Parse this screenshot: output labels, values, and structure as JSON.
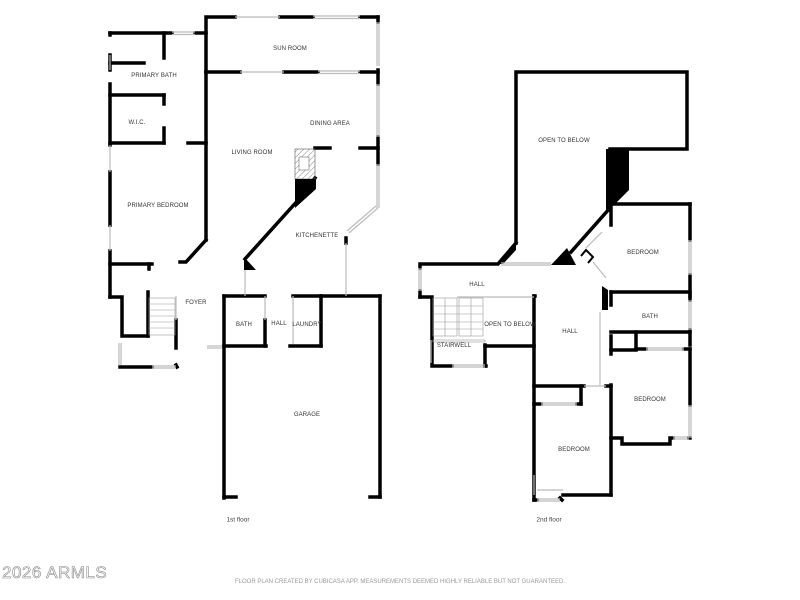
{
  "floors": [
    {
      "id": "first",
      "label": "1st floor",
      "rooms": {
        "sun_room": "SUN ROOM",
        "primary_bath": "PRIMARY BATH",
        "wic": "W.I.C.",
        "dining_area": "DINING AREA",
        "living_room": "LIVING ROOM",
        "primary_bedroom": "PRIMARY BEDROOM",
        "kitchenette": "KITCHENETTE",
        "foyer": "FOYER",
        "bath": "BATH",
        "hall": "HALL",
        "laundry": "LAUNDRY",
        "garage": "GARAGE"
      }
    },
    {
      "id": "second",
      "label": "2nd floor",
      "rooms": {
        "open_to_below_main": "OPEN TO BELOW",
        "bedroom_1": "BEDROOM",
        "hall_upper": "HALL",
        "open_to_below_stair": "OPEN TO BELOW",
        "hall_center": "HALL",
        "bath": "BATH",
        "stairwell": "STAIRWELL",
        "bedroom_2": "BEDROOM",
        "bedroom_3": "BEDROOM"
      }
    }
  ],
  "watermark": "2026 ARMLS",
  "disclaimer": "FLOOR PLAN CREATED BY CUBICASA APP. MEASUREMENTS DEEMED HIGHLY RELIABLE BUT NOT GUARANTEED.",
  "colors": {
    "wall": "#000000",
    "window": "#bbbbbb",
    "background": "#ffffff"
  }
}
